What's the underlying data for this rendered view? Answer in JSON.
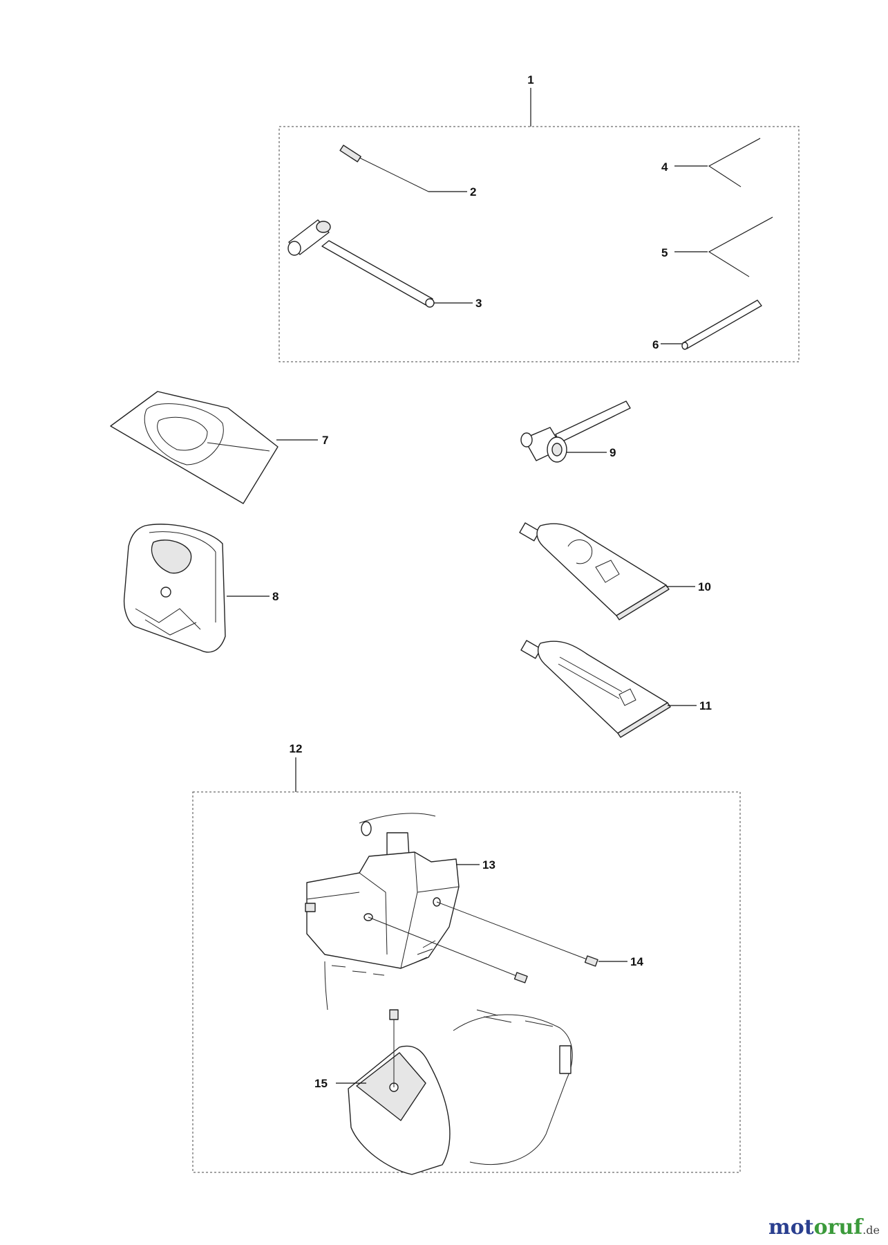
{
  "callouts": {
    "c1": "1",
    "c2": "2",
    "c3": "3",
    "c4": "4",
    "c5": "5",
    "c6": "6",
    "c7": "7",
    "c8": "8",
    "c9": "9",
    "c10": "10",
    "c11": "11",
    "c12": "12",
    "c13": "13",
    "c14": "14",
    "c15": "15"
  },
  "watermark": {
    "part1": "mot",
    "part2": "oruf",
    "tld": ".de"
  }
}
